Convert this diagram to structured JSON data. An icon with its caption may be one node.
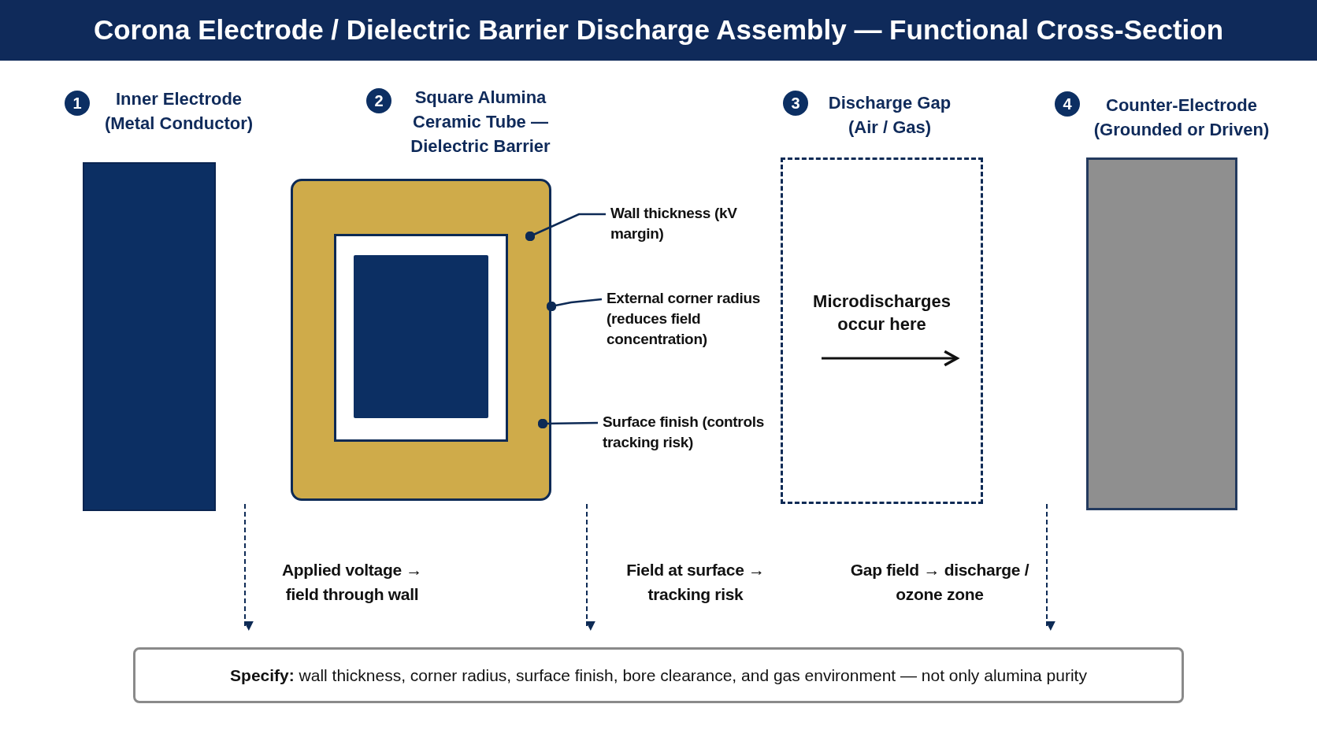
{
  "diagram": {
    "title": "Corona Electrode / Dielectric Barrier Discharge Assembly — Functional Cross-Section",
    "nodes": [
      {
        "text": [
          "1"
        ]
      },
      {
        "text": [
          "Inner Electrode (Metal Conductor)"
        ]
      },
      {
        "text": [
          "2"
        ]
      },
      {
        "text": [
          "Square Alumina Ceramic Tube — Dielectric Barrier"
        ]
      },
      {
        "text": [],
        "shape": "box",
        "in": 3
      },
      {
        "text": [],
        "shape": "box",
        "in": 4
      },
      {
        "text": [
          "Wall thickness (kV margin)"
        ]
      },
      {
        "text": [
          "External corner radius (reduces field concentration)"
        ]
      },
      {
        "text": [
          "Surface finish (controls tracking risk)"
        ]
      },
      {
        "text": [
          "3"
        ]
      },
      {
        "text": [
          "Discharge Gap (Air / Gas)",
          "Microdischarges occur here"
        ]
      },
      {
        "text": [
          "4"
        ]
      },
      {
        "text": [
          "Counter-Electrode (Grounded or Driven)"
        ]
      },
      {
        "text": [
          "**Specify:** wall thickness, corner radius, surface finish, bore clearance, and gas environment — not only alumina purity"
        ]
      }
    ],
    "edges": [
      {
        "from": 6,
        "to": 3,
        "arrow": "other"
      },
      {
        "from": 7,
        "to": 3,
        "arrow": "other"
      },
      {
        "from": 8,
        "to": 3,
        "arrow": "other"
      }
    ],
    "labels": [
      "Applied voltage → field through wall",
      "Field at surface → tracking risk",
      "Gap field → discharge / ozone zone"
    ]
  }
}
